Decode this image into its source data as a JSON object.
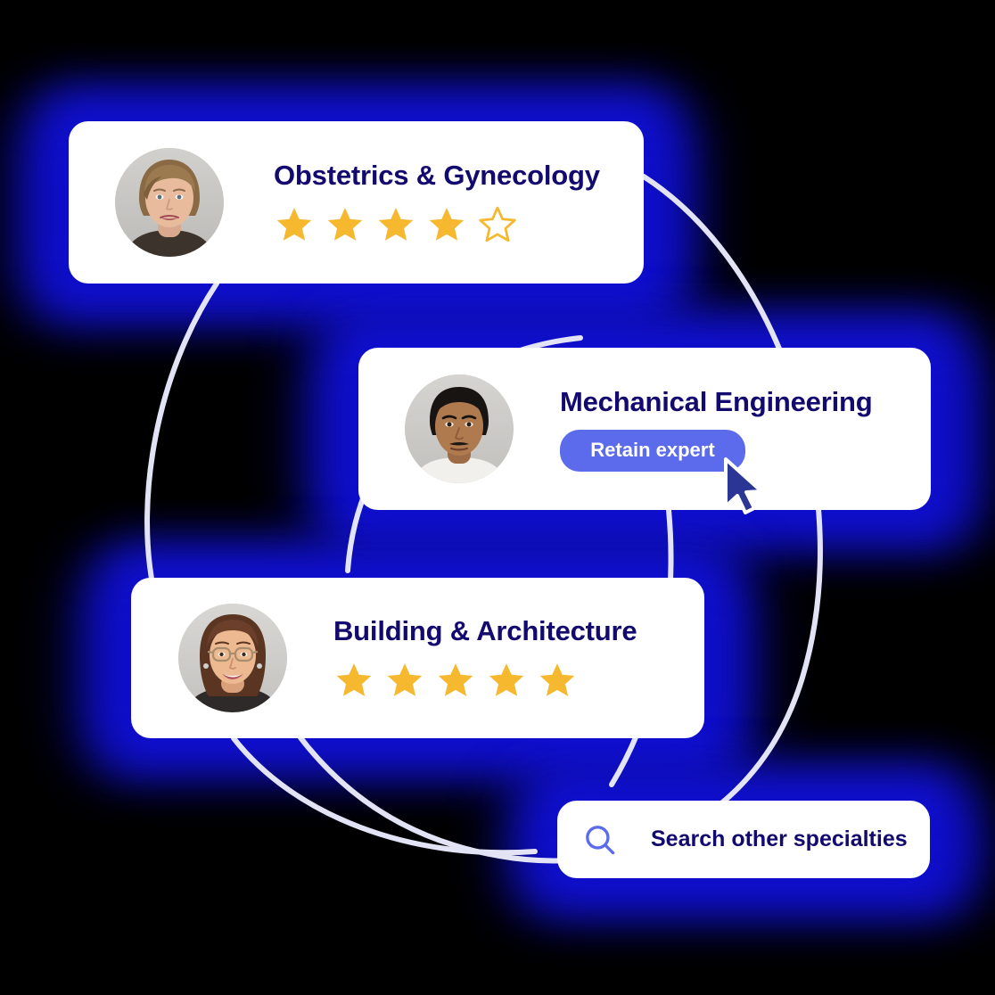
{
  "background": {
    "color": "#000000",
    "glow_color": "#1414e6"
  },
  "theme": {
    "card_background": "#ffffff",
    "title_color": "#120a6e",
    "star_filled_color": "#f5b82e",
    "star_empty_color": "#f5b82e",
    "button_color": "#5b6beb",
    "button_text_color": "#ffffff",
    "search_icon_color": "#5b6beb",
    "arc_color": "#e2e3f5",
    "cursor_color": "#2b3595"
  },
  "cards": [
    {
      "id": "obstetrics-gynecology",
      "title": "Obstetrics & Gynecology",
      "avatar_name": "avatar-obstetrics-gynecology",
      "rating": 4,
      "rating_max": 5,
      "has_button": false
    },
    {
      "id": "mechanical-engineering",
      "title": "Mechanical Engineering",
      "avatar_name": "avatar-mechanical-engineering",
      "rating": null,
      "rating_max": 5,
      "has_button": true,
      "button_label": "Retain expert"
    },
    {
      "id": "building-architecture",
      "title": "Building & Architecture",
      "avatar_name": "avatar-building-architecture",
      "rating": 5,
      "rating_max": 5,
      "has_button": false
    }
  ],
  "search": {
    "icon": "search-icon",
    "label": "Search other specialties",
    "placeholder": "Search other specialties"
  }
}
